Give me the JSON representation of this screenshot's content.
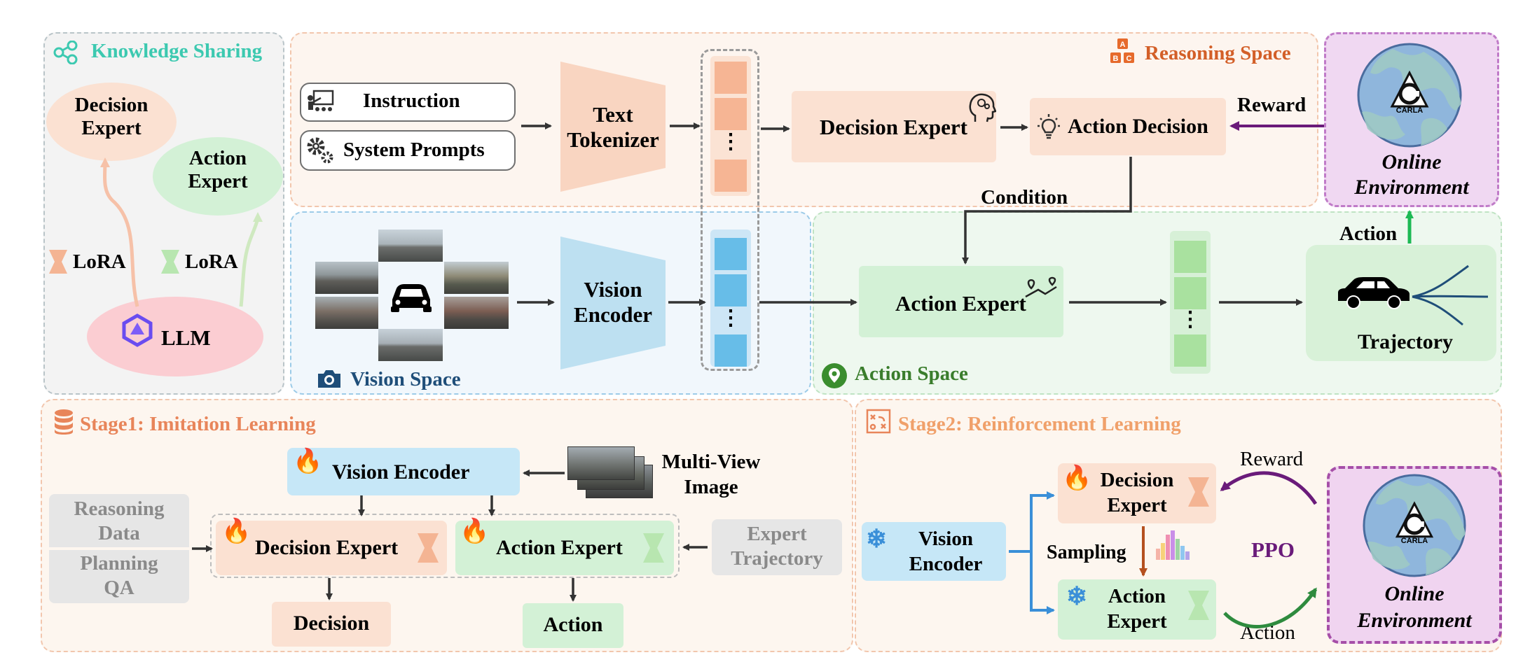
{
  "knowledge": {
    "title": "Knowledge Sharing",
    "decision_expert": "Decision\nExpert",
    "action_expert": "Action\nExpert",
    "lora1": "LoRA",
    "lora2": "LoRA",
    "llm": "LLM"
  },
  "reasoning": {
    "title": "Reasoning Space",
    "instruction": "Instruction",
    "system_prompts": "System Prompts",
    "text_tokenizer": "Text\nTokenizer",
    "decision_expert": "Decision Expert",
    "action_decision": "Action Decision",
    "reward": "Reward",
    "condition": "Condition",
    "dots": "⋮"
  },
  "online": {
    "label": "Online\nEnvironment",
    "carla": "CARLA"
  },
  "vision": {
    "title": "Vision Space",
    "encoder": "Vision\nEncoder",
    "dots": "⋮"
  },
  "action": {
    "title": "Action Space",
    "expert": "Action Expert",
    "action_label": "Action",
    "trajectory": "Trajectory",
    "dots": "⋮"
  },
  "stage1": {
    "title": "Stage1: Imitation Learning",
    "vision_encoder": "Vision Encoder",
    "multiview": "Multi-View\nImage",
    "reasoning_data": "Reasoning\nData",
    "planning_qa": "Planning\nQA",
    "decision_expert": "Decision Expert",
    "action_expert": "Action Expert",
    "expert_trajectory": "Expert\nTrajectory",
    "decision": "Decision",
    "action": "Action"
  },
  "stage2": {
    "title": "Stage2: Reinforcement Learning",
    "vision_encoder": "Vision\nEncoder",
    "decision_expert": "Decision\nExpert",
    "action_expert": "Action\nExpert",
    "sampling": "Sampling",
    "ppo": "PPO",
    "reward": "Reward",
    "action": "Action",
    "online": "Online\nEnvironment",
    "carla": "CARLA"
  },
  "colors": {
    "teal": "#3cc9b0",
    "orange": "#e8855a",
    "blue_title": "#1f4e79",
    "green_title": "#3a7d2c",
    "purple": "#6a1b7a",
    "fire": "#ff6a00",
    "snow": "#3a8fd8"
  }
}
